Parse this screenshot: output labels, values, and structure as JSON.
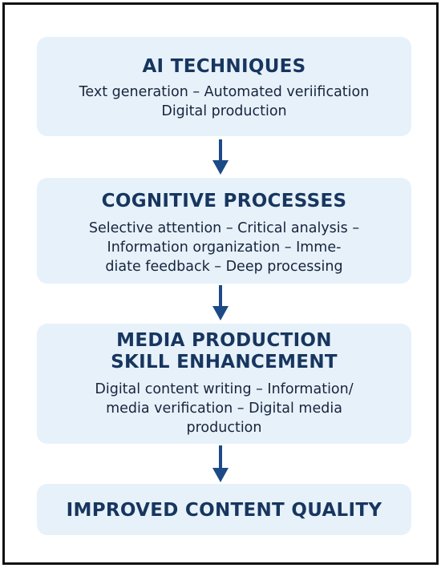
{
  "steps": [
    {
      "title": [
        "AI TECHNIQUES"
      ],
      "description": [
        "Text generation – Automated veriification",
        "Digital production"
      ]
    },
    {
      "title": [
        "COGNITIVE PROCESSES"
      ],
      "description": [
        "Selective attention – Critical analysis –",
        "Information organization – Imme-",
        "diate feedback – Deep processing"
      ]
    },
    {
      "title": [
        "MEDIA PRODUCTION",
        "SKILL ENHANCEMENT"
      ],
      "description": [
        "Digital content writing – Information/",
        "media verification – Digital media",
        "production"
      ]
    },
    {
      "title": [
        "IMPROVED CONTENT QUALITY"
      ],
      "description": []
    }
  ],
  "colors": {
    "box_fill": "#e7f1fa",
    "title_text": "#17365f",
    "arrow": "#1b4a86",
    "border": "#111111"
  },
  "icons": {
    "connector": "arrow-down-icon"
  }
}
